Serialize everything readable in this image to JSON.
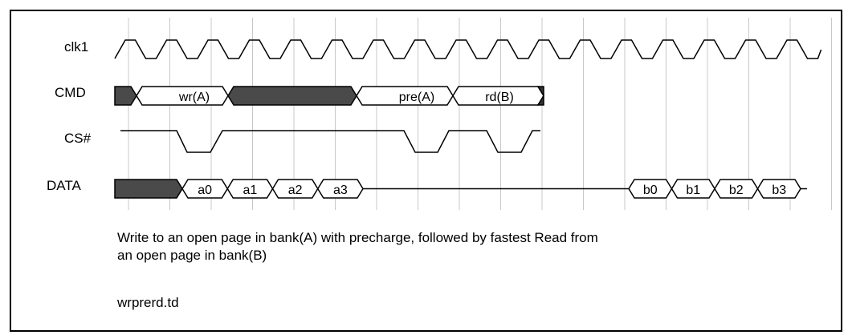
{
  "signals": {
    "clk": "clk1",
    "cmd": "CMD",
    "cs": "CS#",
    "data": "DATA"
  },
  "cmd_bus": {
    "wr": "wr(A)",
    "pre": "pre(A)",
    "rd": "rd(B)"
  },
  "data_bus": {
    "a": [
      "a0",
      "a1",
      "a2",
      "a3"
    ],
    "b": [
      "b0",
      "b1",
      "b2",
      "b3"
    ]
  },
  "caption": {
    "line1": "Write to an open page in bank(A) with precharge, followed by fastest Read from",
    "line2": "an open page in bank(B)"
  },
  "filename": "wrprerd.td",
  "colors": {
    "grid": "#c8c8c8",
    "filled": "#4a4a4a",
    "line": "#000000"
  }
}
